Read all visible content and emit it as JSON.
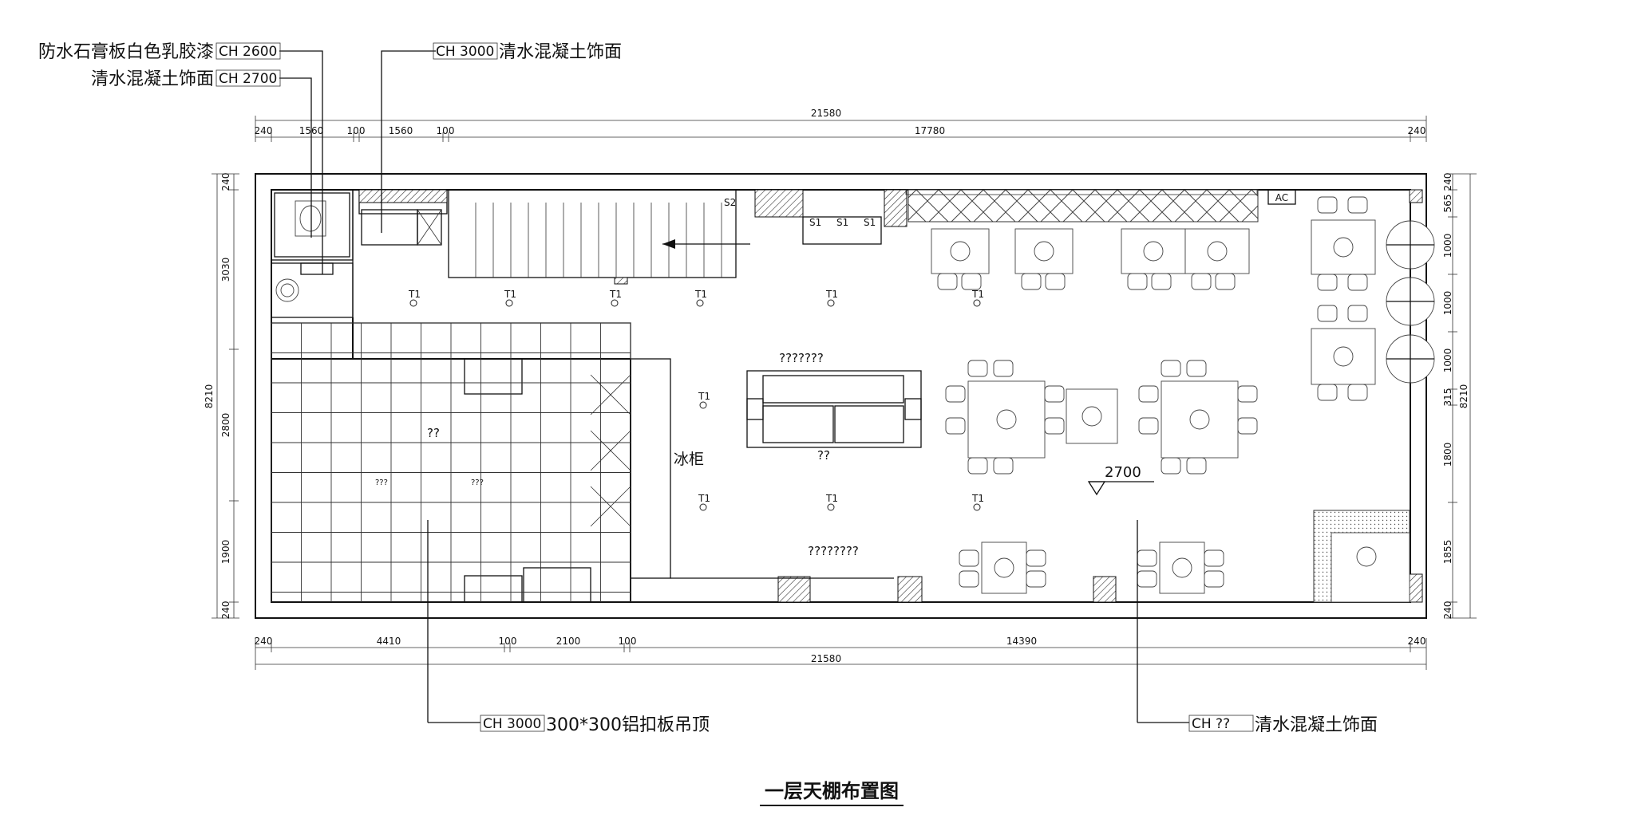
{
  "title": "一层天棚布置图",
  "callouts": {
    "top_left_1": {
      "label": "防水石膏板白色乳胶漆",
      "ch": "CH 2600"
    },
    "top_left_2": {
      "label": "清水混凝土饰面",
      "ch": "CH 2700"
    },
    "top_mid": {
      "label": "清水混凝土饰面",
      "ch": "CH 3000"
    },
    "bottom_left": {
      "label": "300*300铝扣板吊顶",
      "ch": "CH 3000"
    },
    "bottom_right": {
      "label": "清水混凝土饰面",
      "ch": "CH ??"
    }
  },
  "level_mark": "2700",
  "room_labels": {
    "fridge": "冰柜",
    "kitchen": "??",
    "kitchen_small_1": "???",
    "kitchen_small_2": "???",
    "counter_top": "???????",
    "counter_bottom": "??",
    "bottom_text": "????????",
    "ac": "AC"
  },
  "dims_top": {
    "total": "21580",
    "segments": [
      "240",
      "1560",
      "100",
      "1560",
      "100",
      "17780",
      "240"
    ]
  },
  "dims_bottom": {
    "total": "21580",
    "segments": [
      "240",
      "4410",
      "100",
      "2100",
      "100",
      "14390",
      "240"
    ]
  },
  "dims_left": {
    "total": "8210",
    "segments": [
      "240",
      "3030",
      "2800",
      "1900",
      "240"
    ]
  },
  "dims_right": {
    "total": "8210",
    "segments": [
      "240",
      "565",
      "1000",
      "1000",
      "1000",
      "315",
      "1800",
      "1855",
      "240"
    ]
  },
  "light_tags": {
    "t1": "T1",
    "s1": "S1",
    "s2": "S2"
  }
}
